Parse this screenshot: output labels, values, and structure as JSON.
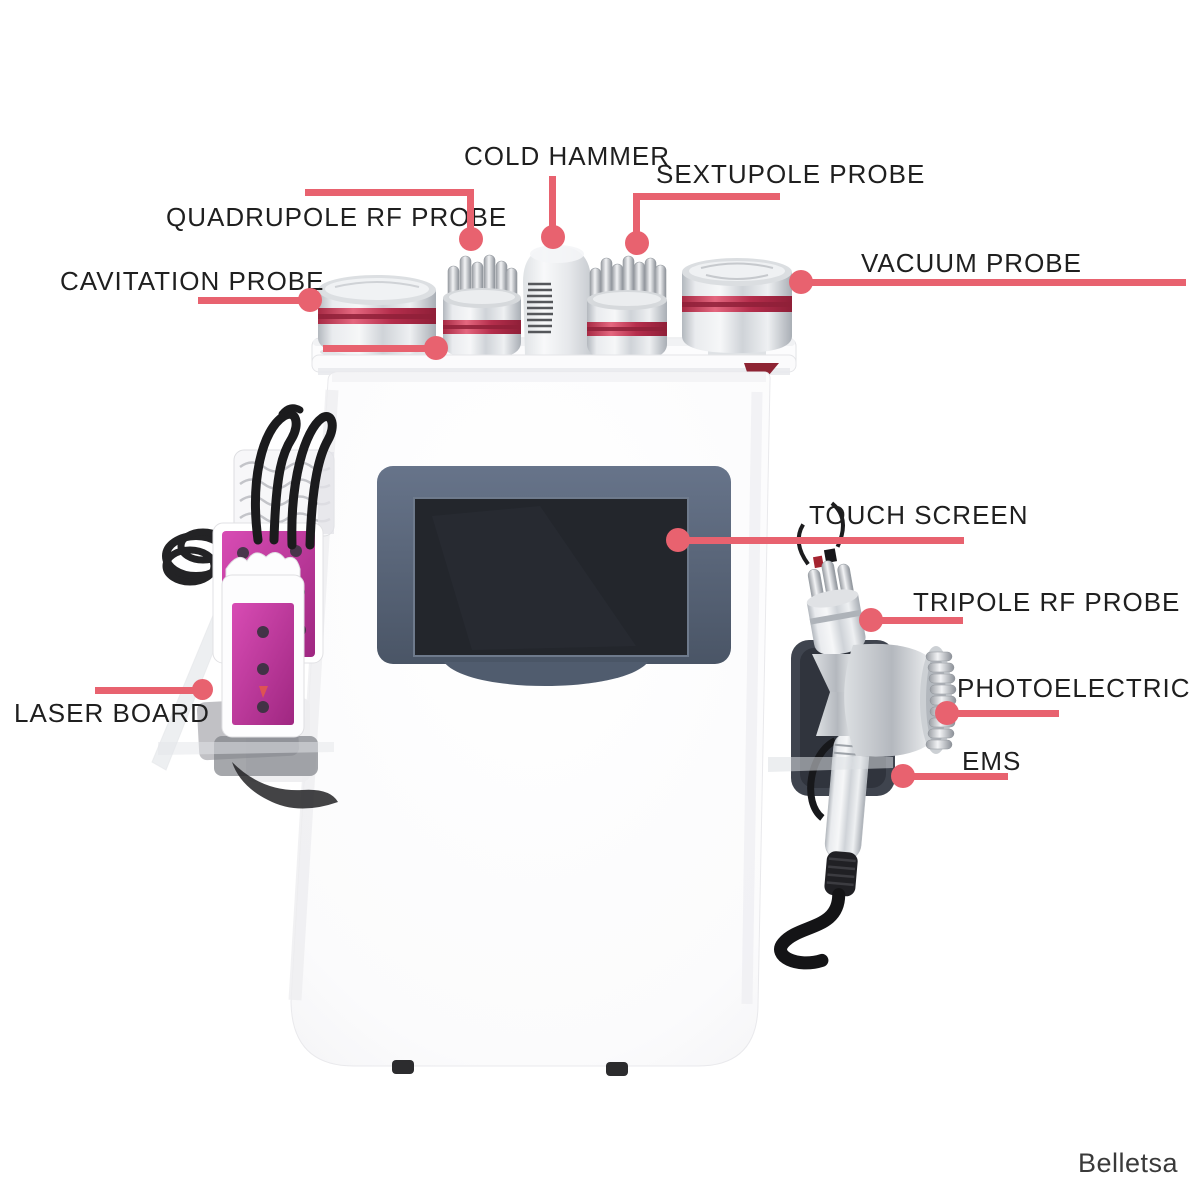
{
  "page": {
    "background_color": "#ffffff",
    "brand": "Belletsa"
  },
  "style": {
    "accent_color": "#e8626f",
    "label_text_color": "#1f1f1f",
    "brand_text_color": "#3a3a3a",
    "magenta_paddle_color": "#c538a8",
    "probe_band_color": "#b52e4c",
    "screen_bezel_color": "#57637a",
    "screen_color": "#23262c",
    "machine_body_color": "#fbfbfc"
  },
  "callouts": [
    {
      "id": "cold-hammer",
      "label": "COLD HAMMER"
    },
    {
      "id": "sextupole-probe",
      "label": "SEXTUPOLE PROBE"
    },
    {
      "id": "quadrupole-rf-probe",
      "label": "QUADRUPOLE RF PROBE"
    },
    {
      "id": "cavitation-probe",
      "label": "CAVITATION PROBE"
    },
    {
      "id": "vacuum-probe",
      "label": "VACUUM PROBE"
    },
    {
      "id": "touch-screen",
      "label": "TOUCH SCREEN"
    },
    {
      "id": "tripole-rf-probe",
      "label": "TRIPOLE RF PROBE"
    },
    {
      "id": "photoelectric",
      "label": "PHOTOELECTRIC"
    },
    {
      "id": "ems",
      "label": "EMS"
    },
    {
      "id": "laser-board",
      "label": "LASER BOARD"
    }
  ]
}
